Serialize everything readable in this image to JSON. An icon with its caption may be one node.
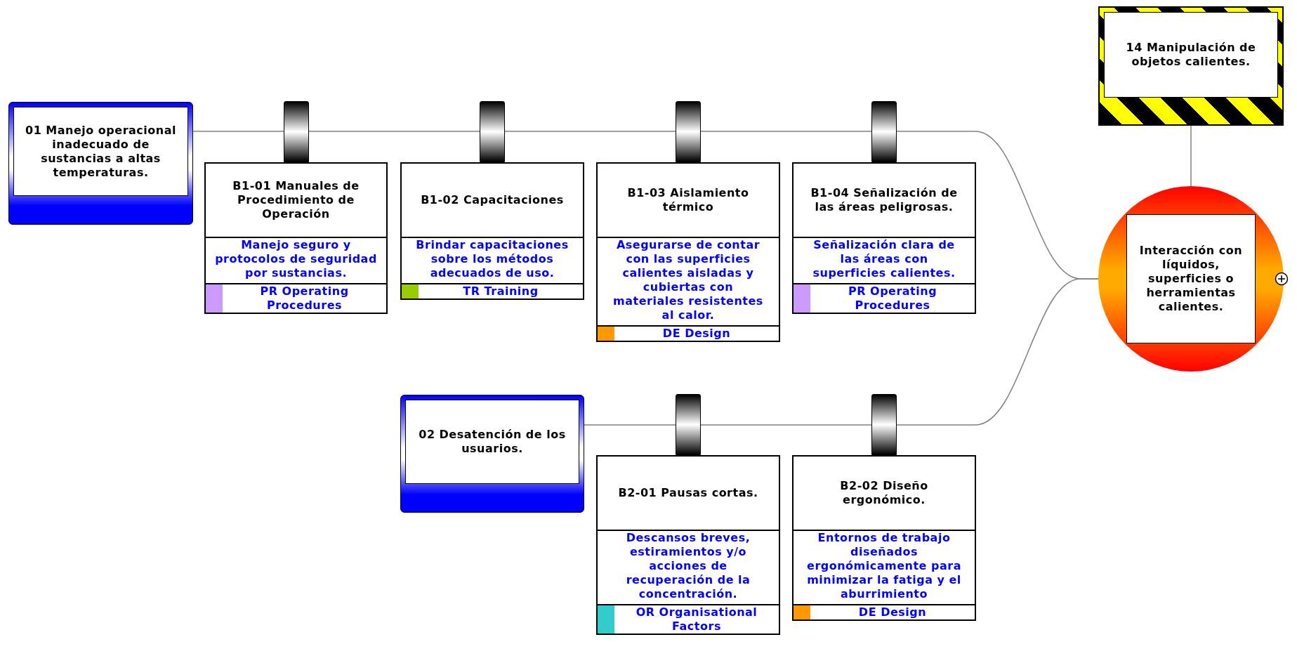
{
  "diagram": {
    "nodes": [
      {
        "text": [
          "01 Manejo operacional inadecuado de sustancias a altas temperaturas."
        ]
      },
      {
        "text": [],
        "shape": "cylinder"
      },
      {
        "text": [
          "B1-01 Manuales de Procedimiento de Operación",
          "Manejo seguro y protocolos de seguridad por sustancias.",
          "PR Operating Procedures"
        ]
      },
      {
        "text": [],
        "shape": "cylinder"
      },
      {
        "text": [
          "B1-02 Capacitaciones",
          "Brindar capacitaciones sobre los métodos adecuados de uso.",
          "TR Training"
        ]
      },
      {
        "text": [],
        "shape": "cylinder"
      },
      {
        "text": [
          "B1-03 Aislamiento térmico",
          "Asegurarse de contar con las superficies calientes aisladas y cubiertas con materiales resistentes al calor.",
          "DE Design"
        ]
      },
      {
        "text": [],
        "shape": "cylinder"
      },
      {
        "text": [
          "B1-04 Señalización de las áreas peligrosas.",
          "Señalización clara de las áreas con superficies calientes.",
          "PR Operating Procedures"
        ]
      },
      {
        "text": [
          "02 Desatención de los usuarios."
        ]
      },
      {
        "text": [],
        "shape": "cylinder"
      },
      {
        "text": [
          "B2-01 Pausas cortas.",
          "Descansos breves, estiramientos y/o acciones de recuperación de la concentración.",
          "OR Organisational Factors"
        ]
      },
      {
        "text": [],
        "shape": "cylinder"
      },
      {
        "text": [
          "B2-02 Diseño ergonómico.",
          "Entornos de trabajo diseñados ergonómicamente para minimizar la fatiga y el aburrimiento",
          "DE Design"
        ]
      },
      {
        "text": [
          "14 Manipulación de objetos calientes."
        ]
      },
      {
        "text": [
          "Interacción con líquidos, superficies o herramientas calientes."
        ]
      }
    ],
    "edges": [
      {
        "from": 0,
        "to": 1,
        "arrow": "none"
      },
      {
        "from": 1,
        "to": 3,
        "arrow": "none"
      },
      {
        "from": 3,
        "to": 5,
        "arrow": "none"
      },
      {
        "from": 5,
        "to": 7,
        "arrow": "none"
      },
      {
        "from": 7,
        "to": 15,
        "arrow": "none"
      },
      {
        "from": 9,
        "to": 10,
        "arrow": "none"
      },
      {
        "from": 10,
        "to": 12,
        "arrow": "none"
      },
      {
        "from": 12,
        "to": 15,
        "arrow": "none"
      },
      {
        "from": 14,
        "to": 15,
        "arrow": "none"
      }
    ]
  }
}
